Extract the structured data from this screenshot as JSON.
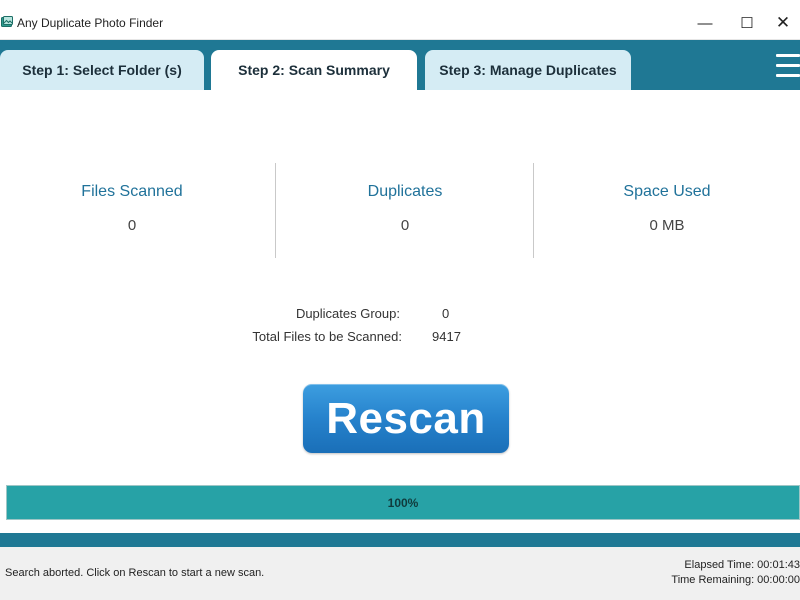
{
  "window": {
    "title": "Any Duplicate Photo Finder",
    "minimize_glyph": "—",
    "maximize_glyph": "☐",
    "close_glyph": "✕"
  },
  "tabs": [
    {
      "label": "Step 1: Select Folder (s)",
      "active": false
    },
    {
      "label": "Step 2: Scan Summary",
      "active": true
    },
    {
      "label": "Step 3: Manage Duplicates",
      "active": false
    }
  ],
  "stats": {
    "files_scanned": {
      "label": "Files Scanned",
      "value": "0"
    },
    "duplicates": {
      "label": "Duplicates",
      "value": "0"
    },
    "space_used": {
      "label": "Space Used",
      "value": "0 MB"
    }
  },
  "info": {
    "duplicates_group_label": "Duplicates Group:",
    "duplicates_group_value": "0",
    "total_files_label": "Total Files to be Scanned:",
    "total_files_value": "9417"
  },
  "rescan_label": "Rescan",
  "progress": {
    "percent": 100,
    "label": "100%"
  },
  "status": {
    "message": "Search aborted. Click on Rescan to start a new scan.",
    "elapsed": "Elapsed Time: 00:01:43",
    "remaining": "Time Remaining: 00:00:00"
  },
  "icons": {
    "app": "photo-app-icon",
    "menu": "hamburger-menu-icon"
  },
  "colors": {
    "accent": "#1f7894",
    "tab_inactive": "#d5ecf4",
    "stat_label": "#20729a",
    "button": "#2682cc",
    "progress_fill": "#27a2a6"
  }
}
